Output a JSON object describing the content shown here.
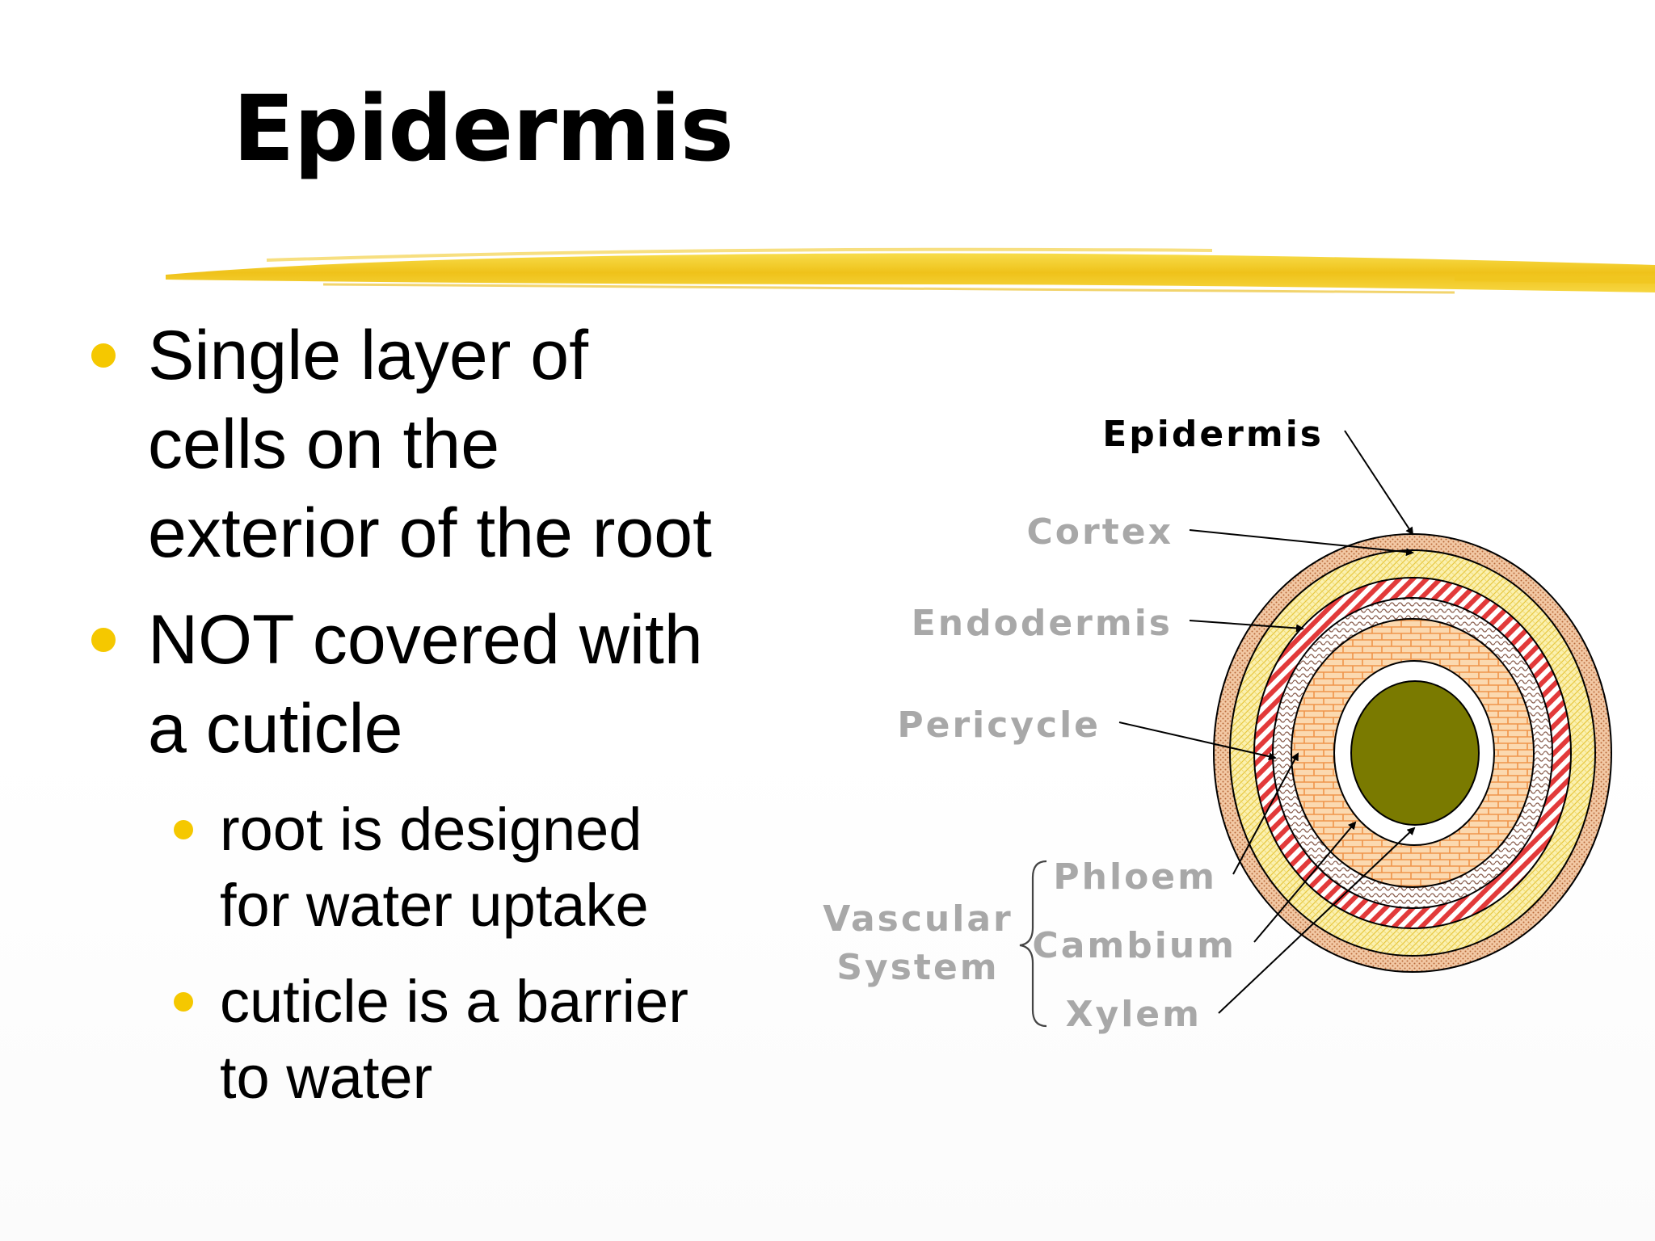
{
  "slide": {
    "title": "Epidermis",
    "accent_color": "#f5c800",
    "bullets": [
      {
        "text": "Single layer of cells on the exterior of the root",
        "lines": [
          "Single layer of",
          "cells on the",
          "exterior of the root"
        ]
      },
      {
        "text": "NOT covered with a cuticle",
        "lines": [
          "NOT covered with",
          "a cuticle"
        ],
        "sub_bullets": [
          {
            "text": "root is designed for water uptake",
            "lines": [
              "root is designed",
              "for water uptake"
            ]
          },
          {
            "text": "cuticle is a barrier to water",
            "lines": [
              "cuticle is a barrier",
              "to water"
            ]
          }
        ]
      }
    ]
  },
  "diagram": {
    "labels": {
      "epidermis": "Epidermis",
      "cortex": "Cortex",
      "endodermis": "Endodermis",
      "pericycle": "Pericycle",
      "phloem": "Phloem",
      "cambium": "Cambium",
      "xylem": "Xylem",
      "vascular_line1": "Vascular",
      "vascular_line2": "System"
    },
    "highlighted_label_color": "#000000",
    "muted_label_color": "#a8a8a8",
    "layer_colors": {
      "epidermis": "#e8b48a",
      "cortex": "#f3e07a",
      "endodermis": "#e23a3a",
      "pericycle": "#c8a898",
      "vascular_tissue": "#f4a860",
      "xylem_core": "#7a7a00"
    }
  }
}
